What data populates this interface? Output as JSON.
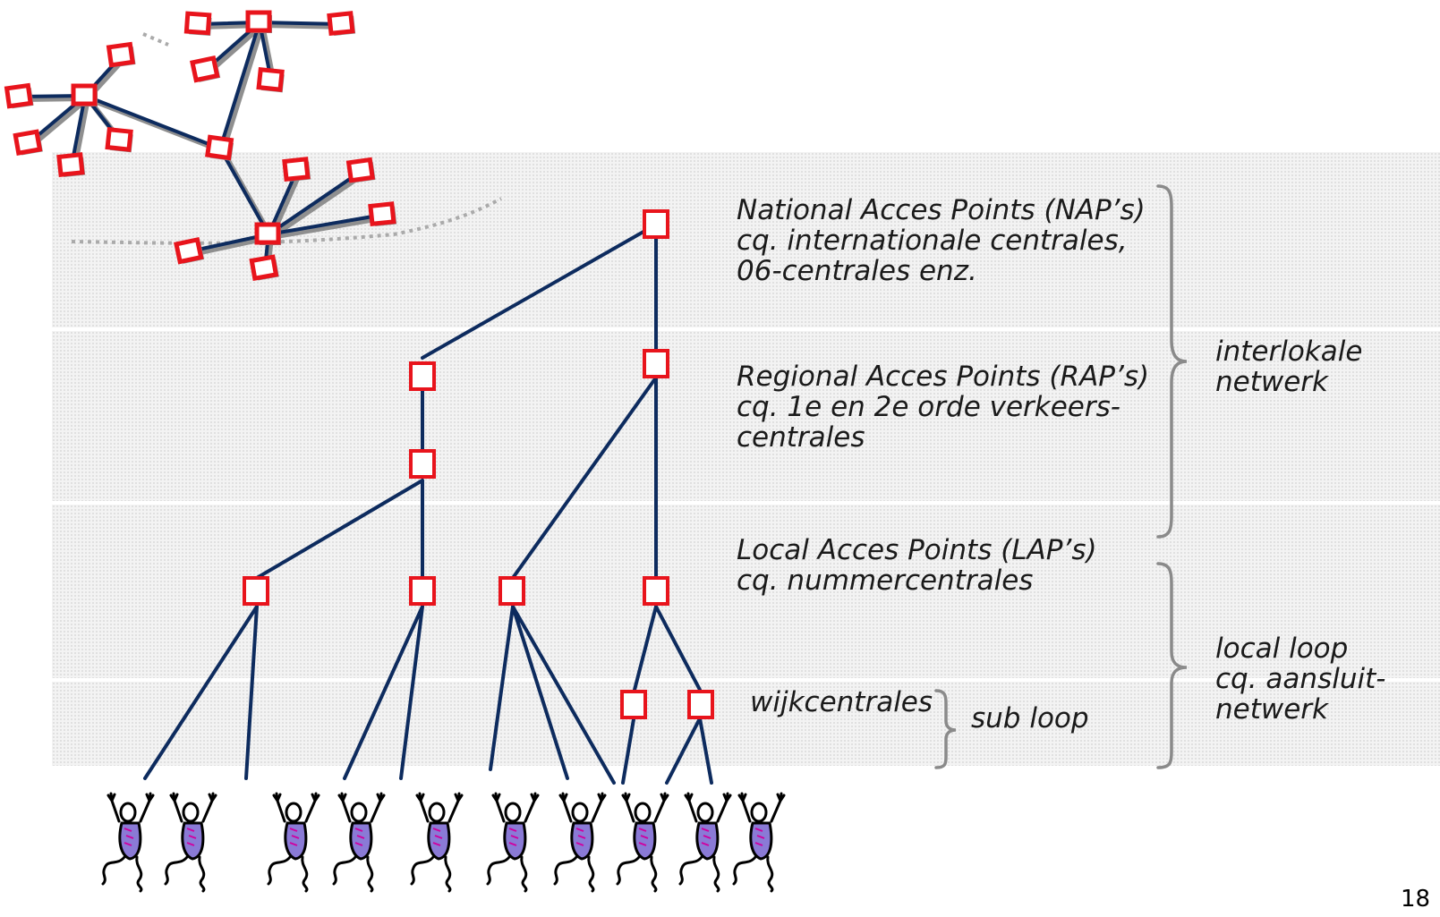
{
  "levels": {
    "nap": [
      "National Acces Points (NAP’s)",
      "cq. internationale centrales,",
      "06-centrales enz."
    ],
    "rap": [
      "Regional Acces Points (RAP’s)",
      "cq. 1e en 2e orde verkeers-",
      "centrales"
    ],
    "lap": [
      "Local Acces Points (LAP’s)",
      "cq. nummercentrales"
    ],
    "wijk": "wijkcentrales",
    "subloop": "sub loop"
  },
  "groups": {
    "interlokaal": [
      "interlokale",
      "netwerk"
    ],
    "localloop": [
      "local loop",
      "cq. aansluit-",
      "netwerk"
    ]
  },
  "page_number": "18",
  "colors": {
    "line": "#0d2b5e",
    "node": "#e8141c",
    "band": "#f3f3f3",
    "brace": "#8a8a8a"
  },
  "icons": [
    "network-cluster-icon",
    "dancing-person-icon"
  ]
}
